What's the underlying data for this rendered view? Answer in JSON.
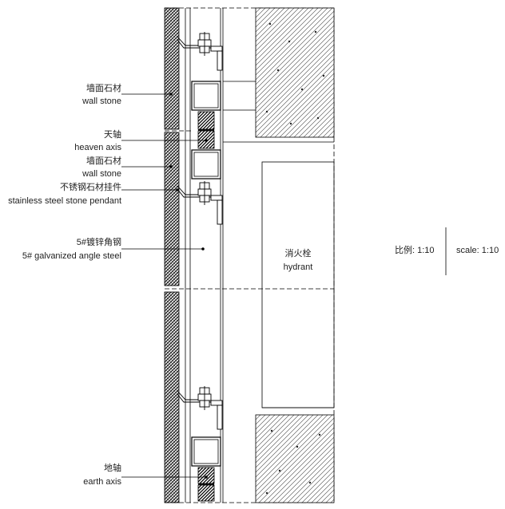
{
  "labels": {
    "wall_stone_1_cn": "墙面石材",
    "wall_stone_1_en": "wall stone",
    "heaven_axis_cn": "天轴",
    "heaven_axis_en": "heaven axis",
    "wall_stone_2_cn": "墙面石材",
    "wall_stone_2_en": "wall stone",
    "pendant_cn": "不锈钢石材挂件",
    "pendant_en": "stainless steel stone pendant",
    "angle_steel_cn": "5#镀锌角钢",
    "angle_steel_en": "5# galvanized angle steel",
    "hydrant_cn": "消火栓",
    "hydrant_en": "hydrant",
    "earth_axis_cn": "地轴",
    "earth_axis_en": "earth axis"
  },
  "scale": {
    "cn": "比例: 1:10",
    "en": "scale: 1:10"
  }
}
